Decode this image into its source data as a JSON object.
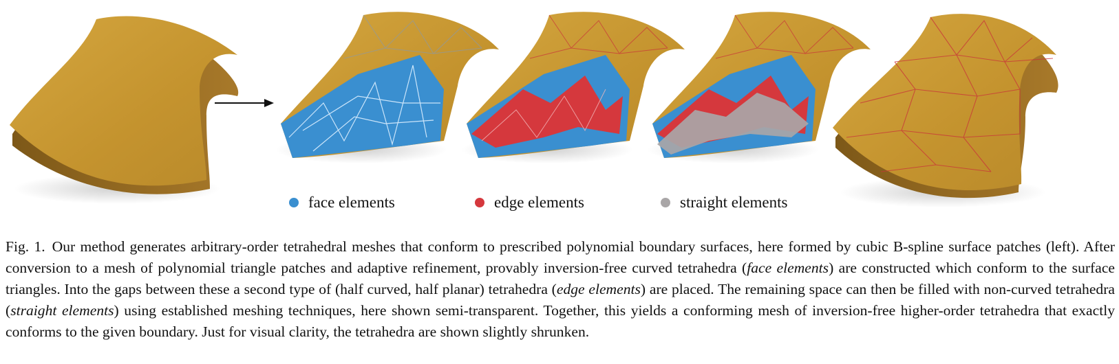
{
  "legend": [
    {
      "label": "face elements",
      "color": "#3a8fd0"
    },
    {
      "label": "edge elements",
      "color": "#d5383d"
    },
    {
      "label": "straight elements",
      "color": "#a9a6a7"
    }
  ],
  "caption": {
    "label": "Fig. 1.",
    "seg1": "Our method generates arbitrary-order tetrahedral meshes that conform to prescribed polynomial boundary surfaces, here formed by cubic B-spline surface patches (left). After conversion to a mesh of polynomial triangle patches and adaptive refinement, provably inversion-free curved tetrahedra (",
    "it1": "face elements",
    "seg2": ") are constructed which conform to the surface triangles. Into the gaps between these a second type of (half curved, half planar) tetrahedra (",
    "it2": "edge elements",
    "seg3": ") are placed. The remaining space can then be filled with non-curved tetrahedra (",
    "it3": "straight elements",
    "seg4": ") using established meshing techniques, here shown semi-transparent. Together, this yields a conforming mesh of inversion-free higher-order tetrahedra that exactly conforms to the given boundary. Just for visual clarity, the tetrahedra are shown slightly shrunken."
  },
  "colors": {
    "surface": "#c99a35",
    "surface_dark": "#9c7021",
    "face": "#3a8fd0",
    "edge": "#d5383d",
    "straight": "#a9a6a7"
  }
}
